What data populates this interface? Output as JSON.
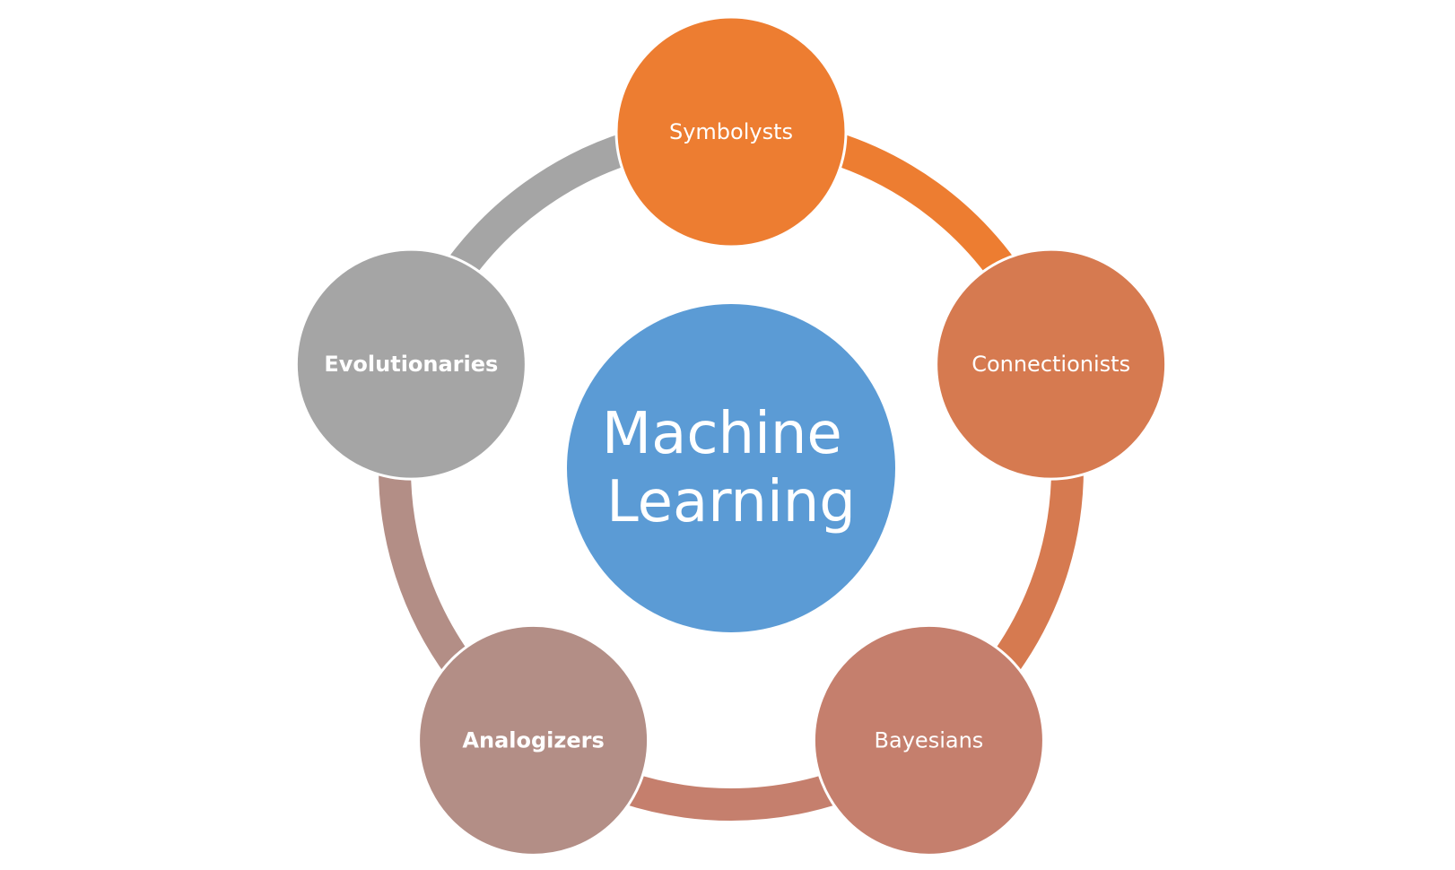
{
  "diagram": {
    "center": {
      "lines": [
        "Machine",
        "Learning"
      ],
      "color": "#5b9bd5"
    },
    "nodes": [
      {
        "id": "symbolysts",
        "label": "Symbolysts",
        "color": "#ed7d31",
        "bold": false
      },
      {
        "id": "connectionists",
        "label": "Connectionists",
        "color": "#d67a50",
        "bold": false
      },
      {
        "id": "bayesians",
        "label": "Bayesians",
        "color": "#c57f6d",
        "bold": false
      },
      {
        "id": "analogizers",
        "label": "Analogizers",
        "color": "#b38e86",
        "bold": true
      },
      {
        "id": "evolutionaries",
        "label": "Evolutionaries",
        "color": "#a5a5a5",
        "bold": true
      }
    ],
    "arcs": [
      {
        "from": "symbolysts",
        "to": "connectionists",
        "color": "#ed7d31"
      },
      {
        "from": "connectionists",
        "to": "bayesians",
        "color": "#d67a50"
      },
      {
        "from": "bayesians",
        "to": "analogizers",
        "color": "#c57f6d"
      },
      {
        "from": "analogizers",
        "to": "evolutionaries",
        "color": "#b38e86"
      },
      {
        "from": "evolutionaries",
        "to": "symbolysts",
        "color": "#a5a5a5"
      }
    ]
  }
}
